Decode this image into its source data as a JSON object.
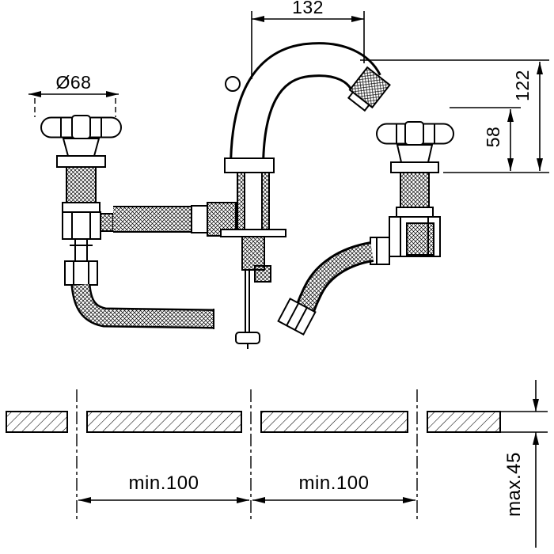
{
  "page": {
    "background": "#ffffff",
    "line_color": "#000000"
  },
  "dimensions": {
    "top_width": "132",
    "handle_diameter": "Ø68",
    "total_height": "122",
    "spout_height": "58",
    "spacing_left": "min.100",
    "spacing_right": "min.100",
    "deck_thickness": "max.45"
  }
}
